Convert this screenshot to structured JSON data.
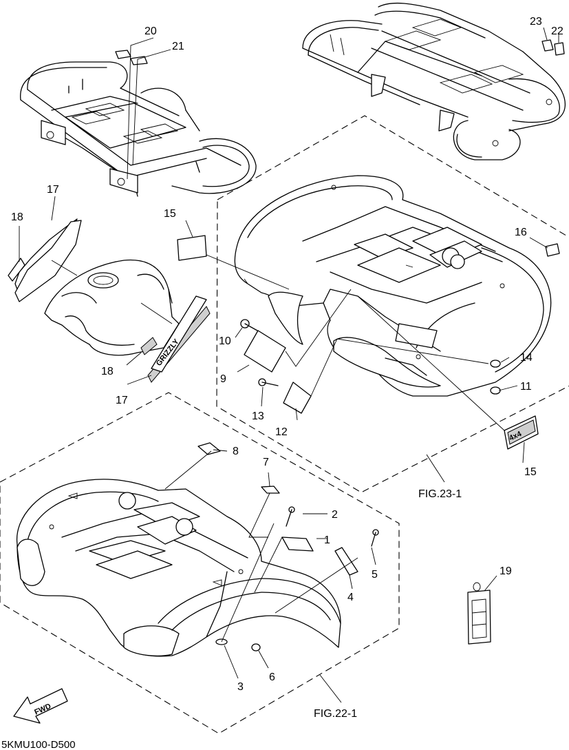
{
  "diagram_code": "5KMU100-D500",
  "fwd_label": "FWD",
  "figure_refs": {
    "upper": "FIG.23-1",
    "lower": "FIG.22-1"
  },
  "callouts": {
    "c1": "1",
    "c2": "2",
    "c3": "3",
    "c4": "4",
    "c5": "5",
    "c6": "6",
    "c7": "7",
    "c8": "8",
    "c9": "9",
    "c10": "10",
    "c11": "11",
    "c12": "12",
    "c13": "13",
    "c14": "14",
    "c15a": "15",
    "c15b": "15",
    "c16": "16",
    "c17a": "17",
    "c17b": "17",
    "c18a": "18",
    "c18b": "18",
    "c19": "19",
    "c20": "20",
    "c21": "21",
    "c22": "22",
    "c23": "23"
  }
}
